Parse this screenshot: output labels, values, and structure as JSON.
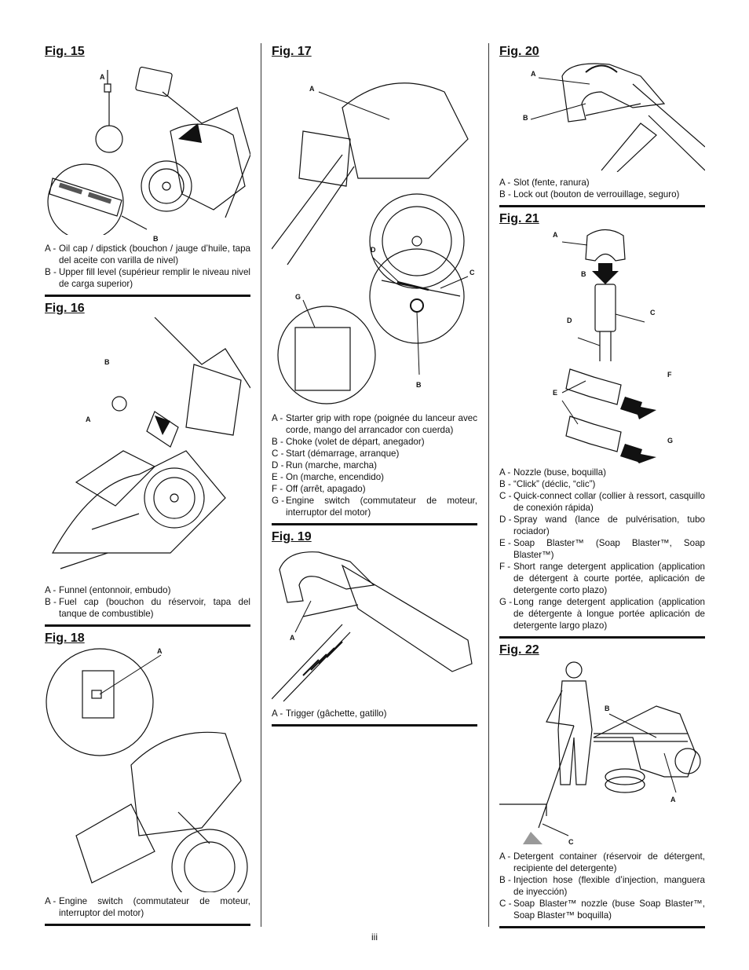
{
  "page_number": "iii",
  "figures": {
    "fig15": {
      "title": "Fig. 15",
      "labels": [
        "A",
        "B"
      ],
      "captions": [
        {
          "key": "A -",
          "text": "Oil cap / dipstick (bouchon / jauge d’huile, tapa del aceite con varilla de nivel)"
        },
        {
          "key": "B -",
          "text": "Upper fill level (supérieur remplir le niveau nivel de carga superior)"
        }
      ]
    },
    "fig16": {
      "title": "Fig. 16",
      "labels": [
        "B",
        "A"
      ],
      "captions": [
        {
          "key": "A -",
          "text": "Funnel (entonnoir, embudo)"
        },
        {
          "key": "B -",
          "text": "Fuel cap (bouchon du réservoir, tapa del tanque de combustible)"
        }
      ]
    },
    "fig18": {
      "title": "Fig. 18",
      "labels": [
        "A"
      ],
      "captions": [
        {
          "key": "A -",
          "text": "Engine switch (commutateur de moteur, interruptor del motor)"
        }
      ]
    },
    "fig17": {
      "title": "Fig. 17",
      "labels": [
        "A",
        "D",
        "C",
        "G",
        "B"
      ],
      "captions": [
        {
          "key": "A -",
          "text": "Starter grip with rope (poignée du lanceur avec corde, mango del arrancador con cuerda)"
        },
        {
          "key": "B -",
          "text": "Choke (volet de départ, anegador)"
        },
        {
          "key": "C -",
          "text": "Start (démarrage, arranque)"
        },
        {
          "key": "D -",
          "text": "Run (marche, marcha)"
        },
        {
          "key": "E -",
          "text": "On (marche, encendido)"
        },
        {
          "key": "F -",
          "text": "Off (arrêt, apagado)"
        },
        {
          "key": "G -",
          "text": "Engine switch (commutateur de moteur, interruptor del motor)"
        }
      ]
    },
    "fig19": {
      "title": "Fig. 19",
      "labels": [
        "A"
      ],
      "captions": [
        {
          "key": "A -",
          "text": "Trigger (gâchette, gatillo)"
        }
      ]
    },
    "fig20": {
      "title": "Fig. 20",
      "labels": [
        "A",
        "B"
      ],
      "captions": [
        {
          "key": "A -",
          "text": "Slot (fente, ranura)"
        },
        {
          "key": "B -",
          "text": "Lock out (bouton de verrouillage, seguro)"
        }
      ]
    },
    "fig21": {
      "title": "Fig. 21",
      "labels": [
        "A",
        "B",
        "C",
        "D",
        "F",
        "E",
        "G"
      ],
      "captions": [
        {
          "key": "A -",
          "text": "Nozzle (buse, boquilla)"
        },
        {
          "key": "B -",
          "text": "“Click” (déclic, “clic”)"
        },
        {
          "key": "C -",
          "text": "Quick-connect collar (collier à ressort, casquillo de conexión rápida)"
        },
        {
          "key": "D -",
          "text": "Spray wand (lance de pulvérisation, tubo rociador)"
        },
        {
          "key": "E -",
          "text": "Soap Blaster™ (Soap Blaster™, Soap Blaster™)"
        },
        {
          "key": "F -",
          "text": "Short range detergent application (application de détergent à courte portée, aplicación de detergente corto plazo)"
        },
        {
          "key": "G -",
          "text": "Long range detergent application (application de détergente à longue portée aplicación de detergente largo plazo)"
        }
      ]
    },
    "fig22": {
      "title": "Fig. 22",
      "labels": [
        "B",
        "A",
        "C"
      ],
      "captions": [
        {
          "key": "A -",
          "text": "Detergent container (réservoir de détergent, recipiente del detergente)"
        },
        {
          "key": "B -",
          "text": "Injection hose (flexible d’injection, manguera de inyección)"
        },
        {
          "key": "C -",
          "text": "Soap Blaster™ nozzle (buse Soap Blaster™, Soap Blaster™ boquilla)"
        }
      ]
    }
  }
}
